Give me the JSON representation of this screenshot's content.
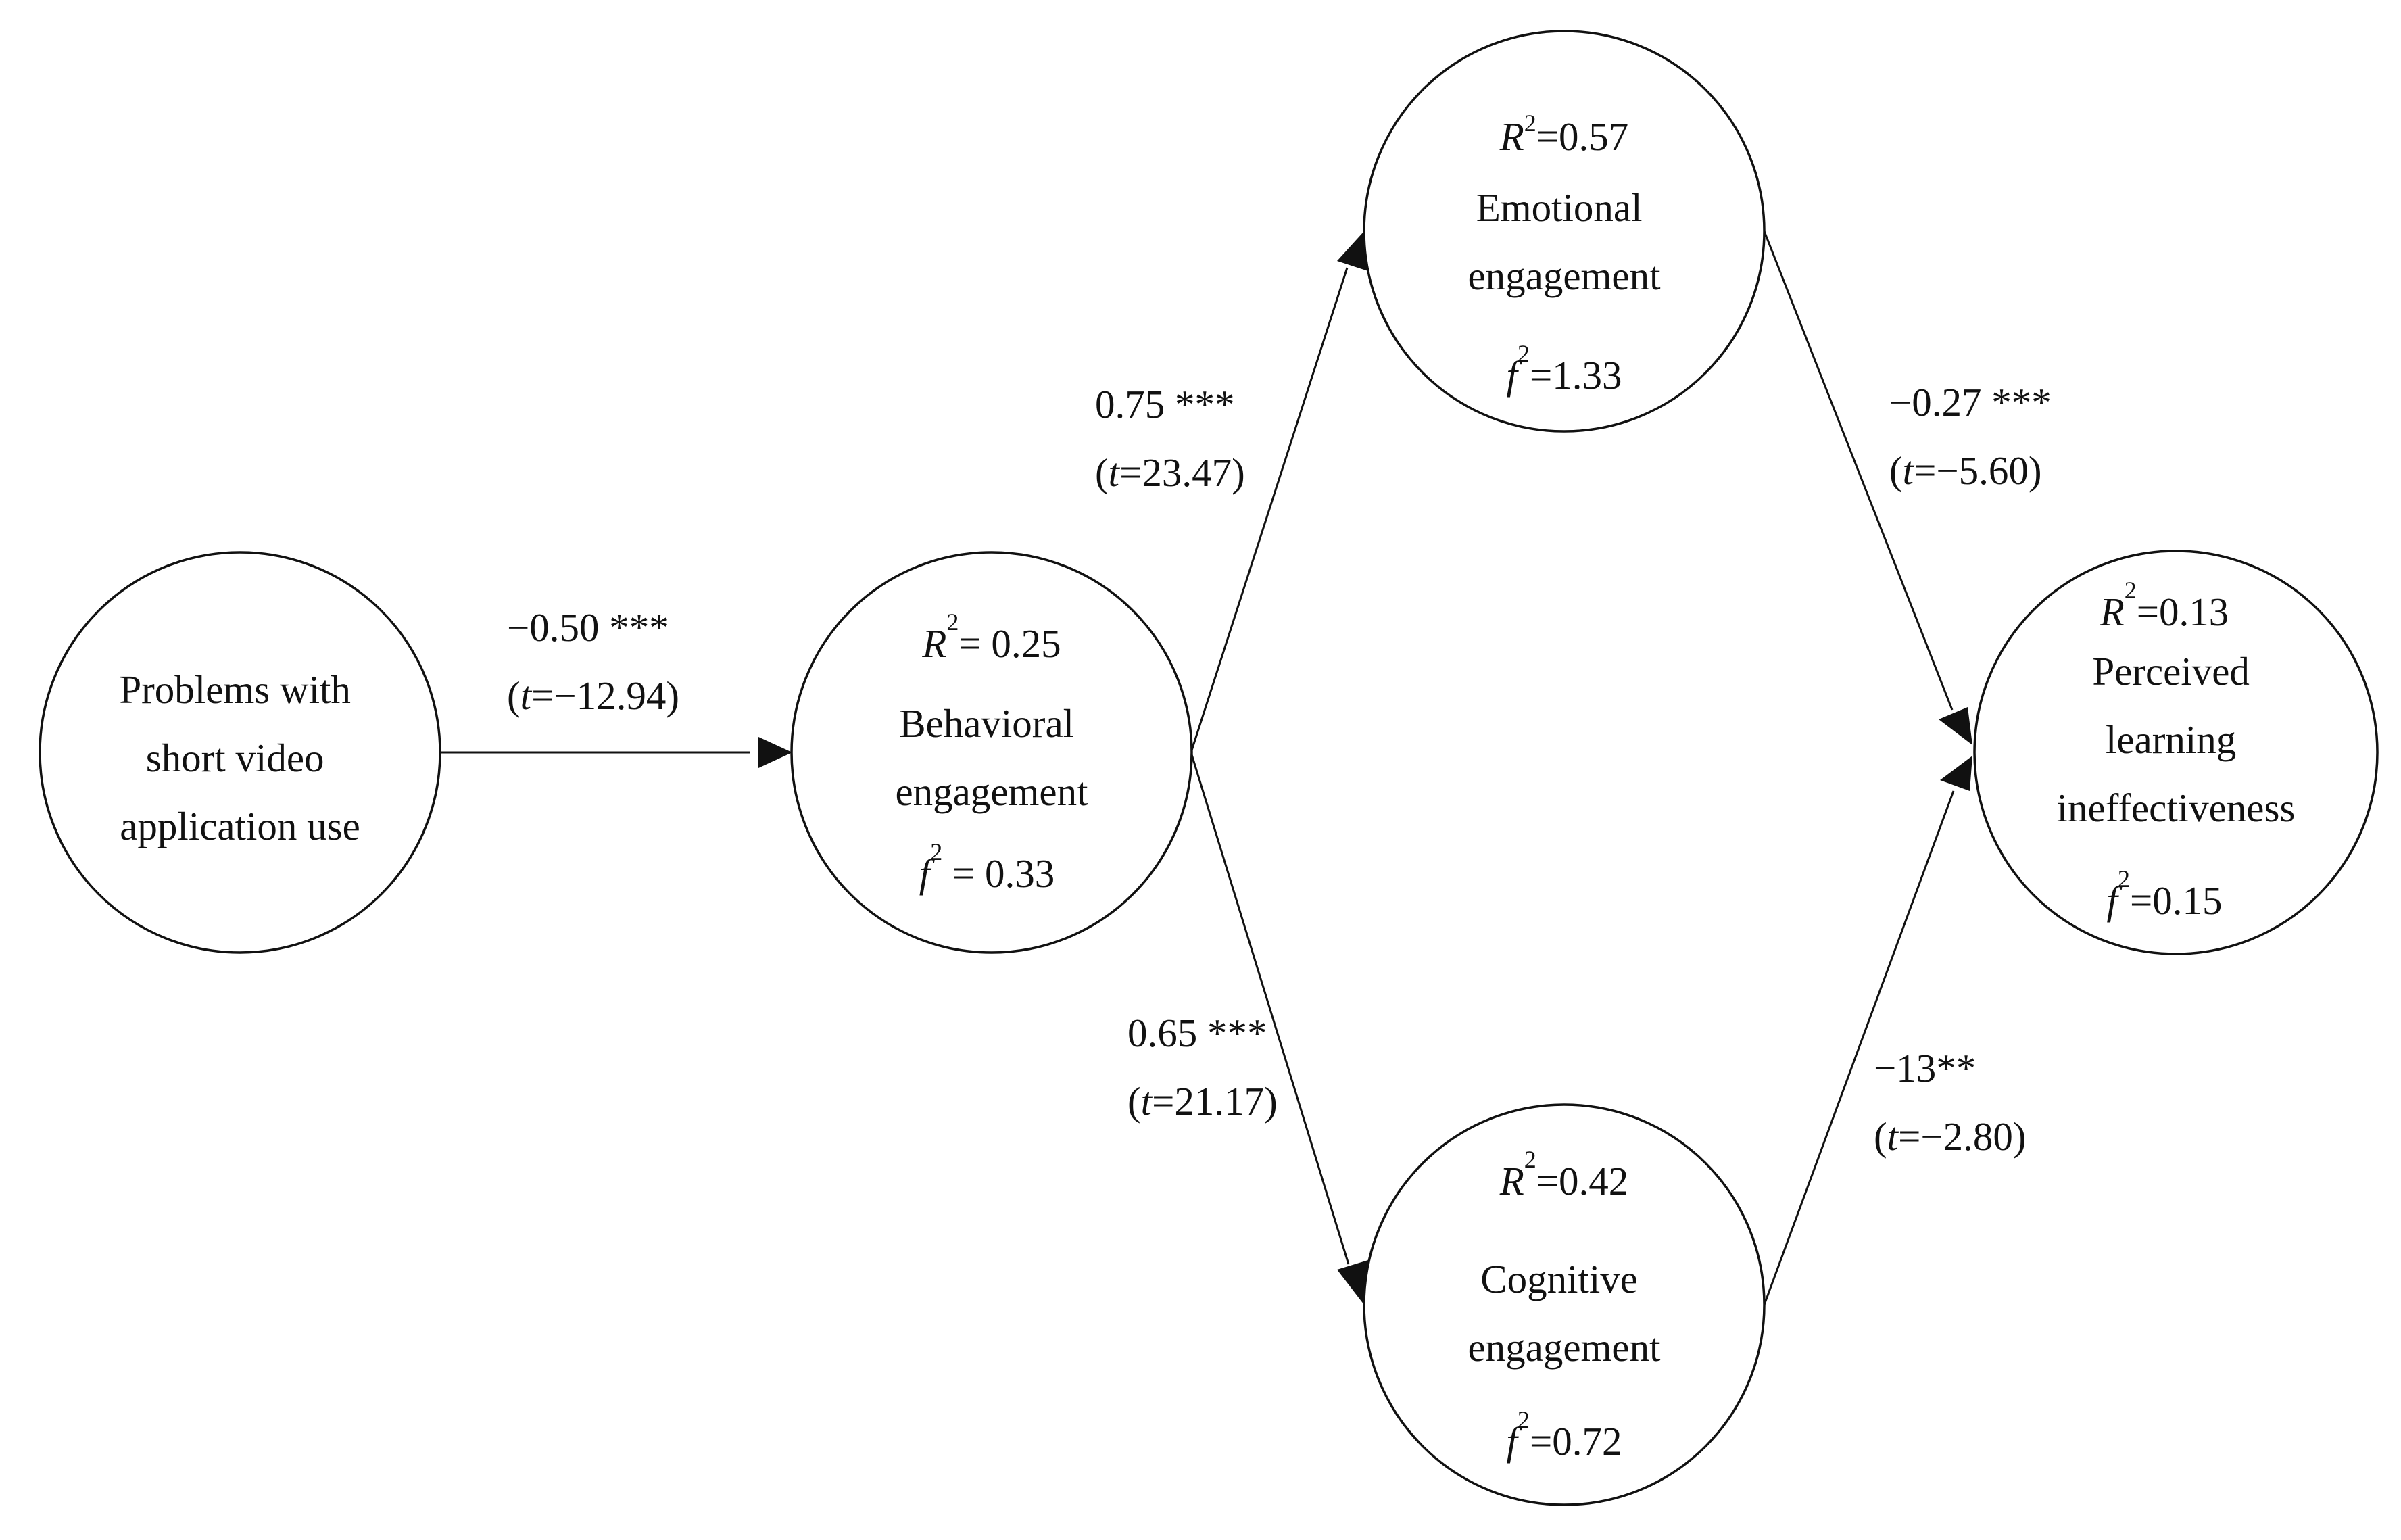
{
  "colors": {
    "line": "#111111",
    "background": "#ffffff"
  },
  "nodes": {
    "problems": {
      "label_lines": [
        "Problems with",
        "short video",
        "application use"
      ]
    },
    "behavioral": {
      "r2": {
        "symbol": "R",
        "sup": "2",
        "rest": "= 0.25"
      },
      "label_lines": [
        "Behavioral",
        "engagement"
      ],
      "f2": {
        "symbol": "f",
        "sup": "2",
        "rest": " = 0.33"
      }
    },
    "emotional": {
      "r2": {
        "symbol": "R",
        "sup": "2",
        "rest": "=0.57"
      },
      "label_lines": [
        "Emotional",
        "engagement"
      ],
      "f2": {
        "symbol": "f",
        "sup": "2",
        "rest": "=1.33"
      }
    },
    "cognitive": {
      "r2": {
        "symbol": "R",
        "sup": "2",
        "rest": "=0.42"
      },
      "label_lines": [
        "Cognitive",
        "engagement"
      ],
      "f2": {
        "symbol": "f",
        "sup": "2",
        "rest": "=0.72"
      }
    },
    "perceived": {
      "r2": {
        "symbol": "R",
        "sup": "2",
        "rest": "=0.13"
      },
      "label_lines": [
        "Perceived",
        "learning",
        "ineffectiveness"
      ],
      "f2": {
        "symbol": "f",
        "sup": "2",
        "rest": "=0.15"
      }
    }
  },
  "paths": {
    "problems_to_behavioral": {
      "coef": "−0.50 ***",
      "t_open": "(",
      "t_symbol": "t",
      "t_rest": "=−12.94)"
    },
    "behavioral_to_emotional": {
      "coef": "0.75 ***",
      "t_open": "(",
      "t_symbol": "t",
      "t_rest": "=23.47)"
    },
    "behavioral_to_cognitive": {
      "coef": "0.65 ***",
      "t_open": "(",
      "t_symbol": "t",
      "t_rest": "=21.17)"
    },
    "emotional_to_perceived": {
      "coef": "−0.27 ***",
      "t_open": "(",
      "t_symbol": "t",
      "t_rest": "=−5.60)"
    },
    "cognitive_to_perceived": {
      "coef": "−13**",
      "t_open": "(",
      "t_symbol": "t",
      "t_rest": "=−2.80)"
    }
  }
}
